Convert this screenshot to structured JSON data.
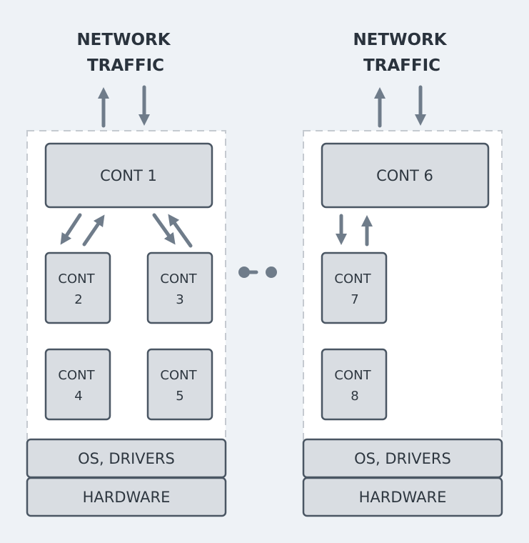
{
  "hosts": [
    {
      "title_line1": "NETWORK",
      "title_line2": "TRAFFIC",
      "primary": "CONT 1",
      "containers": [
        {
          "line1": "CONT",
          "line2": "2"
        },
        {
          "line1": "CONT",
          "line2": "3"
        },
        {
          "line1": "CONT",
          "line2": "4"
        },
        {
          "line1": "CONT",
          "line2": "5"
        }
      ],
      "os": "OS, DRIVERS",
      "hardware": "HARDWARE"
    },
    {
      "title_line1": "NETWORK",
      "title_line2": "TRAFFIC",
      "primary": "CONT 6",
      "containers": [
        {
          "line1": "CONT",
          "line2": "7"
        },
        {
          "line1": "CONT",
          "line2": "8"
        }
      ],
      "os": "OS, DRIVERS",
      "hardware": "HARDWARE"
    }
  ],
  "connector": "link-icon",
  "colors": {
    "background": "#eef2f6",
    "box_fill": "#d9dde2",
    "box_stroke": "#4a5663",
    "arrow": "#6f7c8a",
    "text": "#2e3740"
  }
}
